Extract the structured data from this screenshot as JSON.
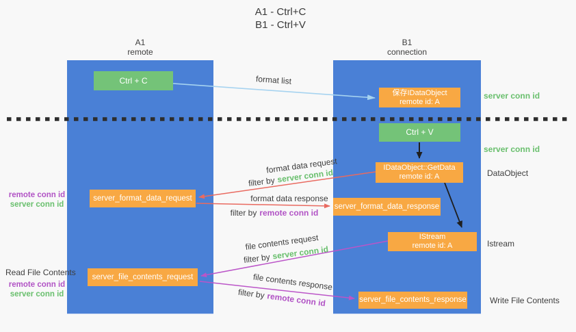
{
  "title": {
    "line1": "A1 - Ctrl+C",
    "line2": "B1 - Ctrl+V"
  },
  "lanes": {
    "a1": {
      "name": "A1",
      "type": "remote"
    },
    "b1": {
      "name": "B1",
      "type": "connection"
    }
  },
  "nodes": {
    "ctrl_c": {
      "label": "Ctrl + C"
    },
    "ctrl_v": {
      "label": "Ctrl + V"
    },
    "save_dataobject": {
      "line1": "保存IDataObject",
      "line2": "remote id: A"
    },
    "getdata": {
      "line1": "IDataObject::GetData",
      "line2": "remote id: A"
    },
    "istream": {
      "line1": "IStream",
      "line2": "remote id: A"
    },
    "format_request": {
      "label": "server_format_data_request"
    },
    "format_response": {
      "label": "server_format_data_response"
    },
    "file_request": {
      "label": "server_file_contents_request"
    },
    "file_response": {
      "label": "server_file_contents_response"
    }
  },
  "flow_labels": {
    "format_list": "format list",
    "format_data_request": "format data request",
    "format_data_response": "format data response",
    "file_contents_request": "file contents request",
    "file_contents_response": "file contents response",
    "filter_by": "filter by",
    "server_conn_id": "server conn id",
    "remote_conn_id": "remote conn id"
  },
  "side_labels": {
    "right_server_conn_id_top": "server conn id",
    "right_server_conn_id_mid": "server conn id",
    "dataobject": "DataObject",
    "istream": "Istream",
    "write_file_contents": "Write File Contents",
    "read_file_contents": "Read File Contents",
    "left_remote_conn_id_top": "remote conn id",
    "left_server_conn_id_top": "server conn id",
    "left_remote_conn_id_bottom": "remote conn id",
    "left_server_conn_id_bottom": "server conn id"
  },
  "colors": {
    "lane_blue": "#4a80d6",
    "node_orange": "#f8a843",
    "node_green": "#74c378",
    "green_text": "#69bf6d",
    "purple_text": "#b153c5",
    "red_arrow": "#e96a60",
    "purple_arrow": "#bb55c8",
    "blue_arrow": "#a6d3f0",
    "black_arrow": "#1f1f1f",
    "background": "#f8f8f8"
  }
}
